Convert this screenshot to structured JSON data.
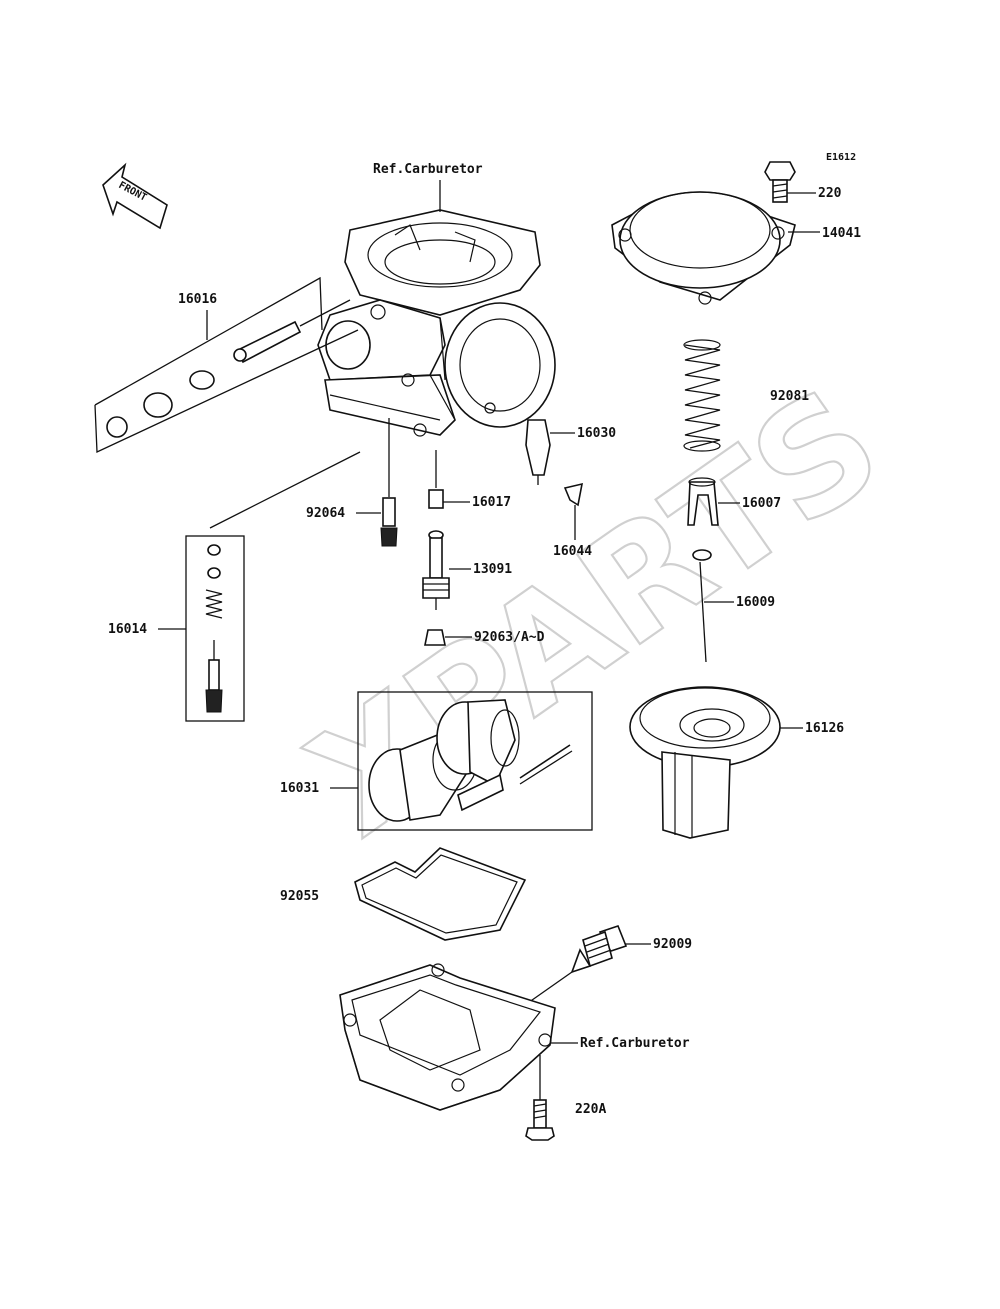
{
  "diagram_code": "E1612",
  "front_indicator": "FRONT",
  "watermark": "XPARTS",
  "labels": {
    "ref_carb_top": "Ref.Carburetor",
    "ref_carb_bottom": "Ref.Carburetor",
    "p220": "220",
    "p14041": "14041",
    "p92081": "92081",
    "p16016": "16016",
    "p16030": "16030",
    "p16017": "16017",
    "p92064": "92064",
    "p16007": "16007",
    "p16044": "16044",
    "p13091": "13091",
    "p16009": "16009",
    "p16014": "16014",
    "p92063": "92063/A~D",
    "p16126": "16126",
    "p16031": "16031",
    "p92055": "92055",
    "p92009": "92009",
    "p220A": "220A"
  },
  "colors": {
    "line": "#111111",
    "watermark_outline": "#d0d0d0",
    "background": "#ffffff"
  }
}
